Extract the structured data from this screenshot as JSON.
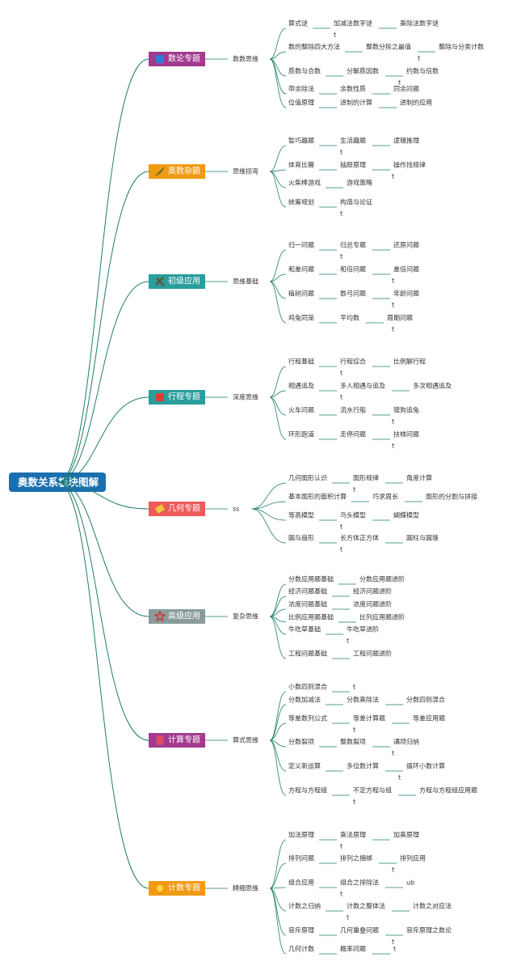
{
  "root": {
    "label": "奥数关系板块图解",
    "color": "#1a6fb0"
  },
  "branches": [
    {
      "label": "数论专题",
      "color": "#a23b8e",
      "icon": "blue-square-icon",
      "level": "数数思维",
      "topics": [
        {
          "label": "算式谜",
          "chain": [
            [
              "加减法数字谜",
              "乘除法数字谜"
            ],
            [
              "t"
            ]
          ]
        },
        {
          "label": "数的整除四大方法",
          "chain": [
            [
              "整数分拆之最值",
              "整除与分类计数"
            ],
            [
              "",
              "t"
            ]
          ]
        },
        {
          "label": "质数与合数",
          "chain": [
            [
              "分解质因数",
              "约数与倍数"
            ],
            [
              "",
              "t"
            ]
          ]
        },
        {
          "label": "带余除法",
          "chain": [
            [
              "余数性质",
              "同余问题"
            ]
          ]
        },
        {
          "label": "位值原理",
          "chain": [
            [
              "进制的计算",
              "进制的应用"
            ]
          ]
        }
      ]
    },
    {
      "label": "奥数杂题",
      "color": "#f19a14",
      "icon": "rocket-icon",
      "level": "思维拐弯",
      "topics": [
        {
          "label": "智巧趣题",
          "chain": [
            [
              "生活趣题",
              "逻辑推理"
            ],
            [
              "t"
            ]
          ]
        },
        {
          "label": "体育比赛",
          "chain": [
            [
              "抽屉原理",
              "操作找规律"
            ],
            [
              "",
              "t"
            ]
          ]
        },
        {
          "label": "火柴棒游戏",
          "chain": [
            [
              "游戏策略"
            ]
          ]
        },
        {
          "label": "统筹规划",
          "chain": [
            [
              "构造与论证"
            ],
            [
              "t"
            ]
          ]
        }
      ]
    },
    {
      "label": "初级应用",
      "color": "#2a9d9c",
      "icon": "tools-icon",
      "level": "思维基础",
      "topics": [
        {
          "label": "归一问题",
          "chain": [
            [
              "归总专题",
              "还原问题"
            ],
            [
              "t"
            ]
          ]
        },
        {
          "label": "和差问题",
          "chain": [
            [
              "和倍问题",
              "差倍问题"
            ],
            [
              "",
              "t"
            ]
          ]
        },
        {
          "label": "植树问题",
          "chain": [
            [
              "数弓问题",
              "年龄问题"
            ],
            [
              "",
              "t"
            ]
          ]
        },
        {
          "label": "鸡兔同笼",
          "chain": [
            [
              "平均数",
              "周期问题"
            ],
            [
              "",
              "t"
            ]
          ]
        }
      ]
    },
    {
      "label": "行程专题",
      "color": "#2a9d9c",
      "icon": "red-square-icon",
      "level": "深度思维",
      "topics": [
        {
          "label": "行程基础",
          "chain": [
            [
              "行程综合",
              "比例解行程"
            ],
            [
              "t"
            ]
          ]
        },
        {
          "label": "相遇追及",
          "chain": [
            [
              "多人相遇与追及",
              "多次相遇追及"
            ],
            [
              "t"
            ]
          ]
        },
        {
          "label": "火车问题",
          "chain": [
            [
              "流水行船",
              "猎狗追兔"
            ],
            [
              "",
              "t"
            ]
          ]
        },
        {
          "label": "环形跑道",
          "chain": [
            [
              "走停问题",
              "扶梯问题"
            ],
            [
              "",
              "t"
            ]
          ]
        }
      ]
    },
    {
      "label": "几何专题",
      "color": "#ee5a5a",
      "icon": "ruler-icon",
      "level": "ss",
      "topics": [
        {
          "label": "几何图形认识",
          "chain": [
            [
              "图形规律",
              "角度计算"
            ],
            [
              "t"
            ]
          ]
        },
        {
          "label": "基本图形的面积计算",
          "chain": [
            [
              "巧求周长",
              "图形的分割与拼接"
            ]
          ]
        },
        {
          "label": "等高模型",
          "chain": [
            [
              "鸟头模型",
              "蝴蝶模型"
            ],
            [
              "t"
            ]
          ]
        },
        {
          "label": "圆与扇形",
          "chain": [
            [
              "长方体正方体",
              "圆柱与圆锥"
            ],
            [
              "t"
            ]
          ]
        }
      ]
    },
    {
      "label": "高级应用",
      "color": "#8a9b9b",
      "icon": "star-outline-icon",
      "level": "复杂思维",
      "topics": [
        {
          "label": "分数应用题基础",
          "chain": [
            [
              "分数应用题进阶"
            ]
          ]
        },
        {
          "label": "经济问题基础",
          "chain": [
            [
              "经济问题进阶"
            ]
          ]
        },
        {
          "label": "浓度问题基础",
          "chain": [
            [
              "浓度问题进阶"
            ]
          ]
        },
        {
          "label": "比例应用题基础",
          "chain": [
            [
              "比列应用题进阶"
            ]
          ]
        },
        {
          "label": "牛吃草基础",
          "chain": [
            [
              "牛吃草进阶"
            ],
            [
              "t"
            ]
          ]
        },
        {
          "label": "工程问题基础",
          "chain": [
            [
              "工程问题进阶"
            ]
          ]
        }
      ]
    },
    {
      "label": "计算专题",
      "color": "#a23b8e",
      "icon": "calculator-icon",
      "level": "算式思维",
      "topics": [
        {
          "label": "小数四则混合",
          "chain": [
            [
              "t"
            ]
          ]
        },
        {
          "label": "分数加减法",
          "chain": [
            [
              "分数乘除法",
              "分数四则混合"
            ]
          ]
        },
        {
          "label": "等差数列公式",
          "chain": [
            [
              "等差计算题",
              "等差应用题"
            ],
            [
              "t"
            ]
          ]
        },
        {
          "label": "分数裂项",
          "chain": [
            [
              "整数裂项",
              "通项归纳"
            ],
            [
              "",
              "t"
            ]
          ]
        },
        {
          "label": "定义新运算",
          "chain": [
            [
              "多位数计算",
              "循环小数计算"
            ],
            [
              "",
              "t"
            ]
          ]
        },
        {
          "label": "方程与方程组",
          "chain": [
            [
              "不定方程与组",
              "方程与方程组应用题"
            ],
            [
              "t"
            ]
          ]
        }
      ]
    },
    {
      "label": "计数专题",
      "color": "#f19a14",
      "icon": "flower-icon",
      "level": "精细思维",
      "topics": [
        {
          "label": "加法原理",
          "chain": [
            [
              "乘法原理",
              "加乘原理"
            ],
            [
              "t"
            ]
          ]
        },
        {
          "label": "排列问题",
          "chain": [
            [
              "排列之捆绑",
              "排列应用"
            ],
            [
              "",
              "t"
            ]
          ]
        },
        {
          "label": "组合应用",
          "chain": [
            [
              "组合之排除法",
              "ub"
            ],
            [
              "t"
            ]
          ]
        },
        {
          "label": "计数之归纳",
          "chain": [
            [
              "计数之整体法",
              "计数之对应法"
            ],
            [
              "t"
            ]
          ]
        },
        {
          "label": "容斥原理",
          "chain": [
            [
              "几何重叠问题",
              "容斥原理之数论"
            ],
            [
              "",
              "t"
            ]
          ]
        },
        {
          "label": "几何计数",
          "chain": [
            [
              "概率问题",
              "t"
            ]
          ]
        }
      ]
    }
  ]
}
